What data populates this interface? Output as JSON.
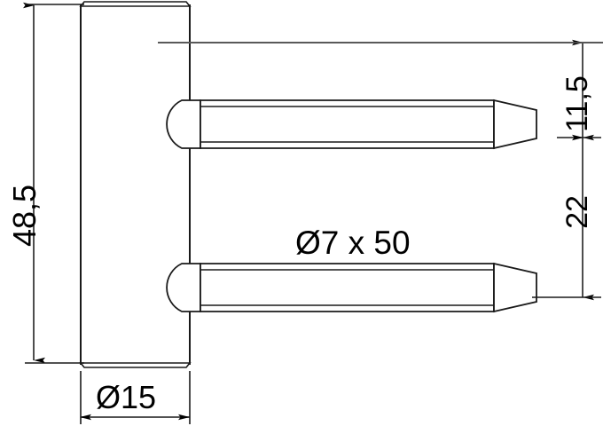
{
  "drawing": {
    "title": "Door hinge pin technical drawing",
    "type": "engineering-dimension-drawing",
    "background_color": "#ffffff",
    "line_color": "#1a1a1a",
    "centerline_color": "#595959",
    "text_color": "#000000",
    "dimensions": {
      "overall_height": {
        "label": "48,5",
        "orientation": "vertical",
        "side": "left",
        "unit": "mm"
      },
      "plate_width": {
        "label": "Ø15",
        "orientation": "horizontal",
        "side": "bottom",
        "unit": "mm"
      },
      "top_pin_offset": {
        "label": "11,5",
        "orientation": "vertical",
        "side": "right",
        "unit": "mm"
      },
      "pin_spacing": {
        "label": "22",
        "orientation": "vertical",
        "side": "right",
        "unit": "mm"
      },
      "pin_spec": {
        "label": "Ø7 x 50",
        "orientation": "horizontal",
        "position": "center",
        "unit": "mm"
      }
    }
  }
}
